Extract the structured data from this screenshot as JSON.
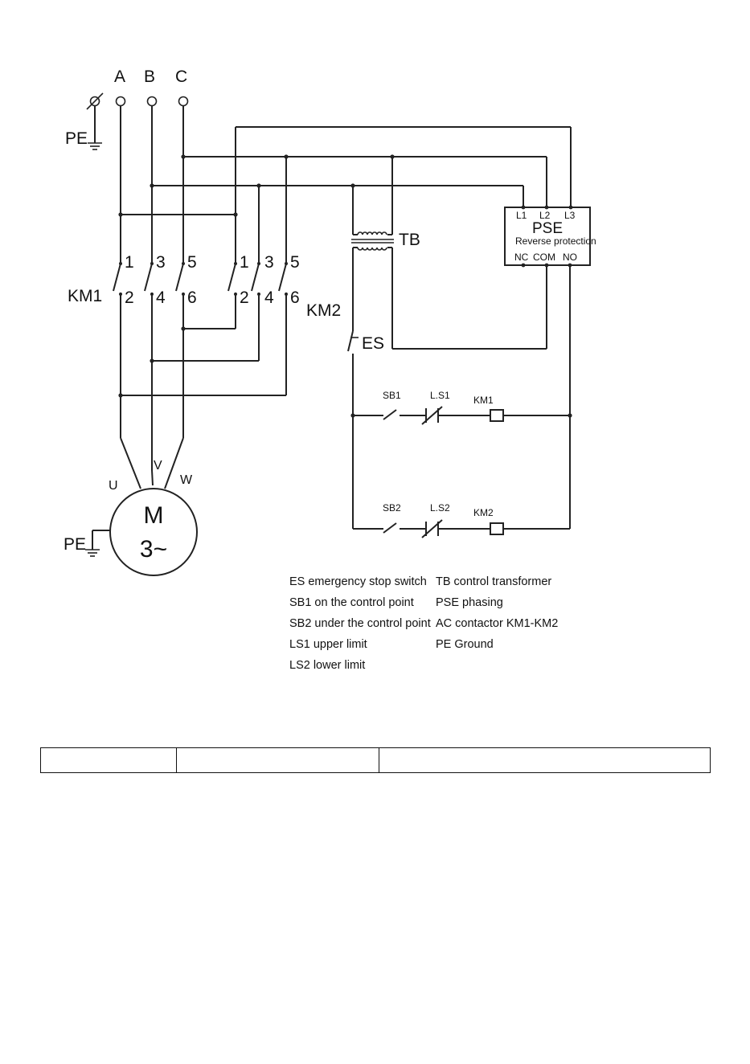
{
  "phases": [
    "A",
    "B",
    "C"
  ],
  "ground": {
    "top_label": "PE",
    "motor_label": "PE"
  },
  "contactors": {
    "km1": {
      "name": "KM1",
      "top_terminals": [
        "1",
        "3",
        "5"
      ],
      "bottom_terminals": [
        "2",
        "4",
        "6"
      ]
    },
    "km2": {
      "name": "KM2",
      "top_terminals": [
        "1",
        "3",
        "5"
      ],
      "bottom_terminals": [
        "2",
        "4",
        "6"
      ]
    }
  },
  "motor": {
    "letter": "M",
    "phase": "3~",
    "terminals": [
      "U",
      "V",
      "W"
    ]
  },
  "transformer": {
    "label": "TB"
  },
  "pse": {
    "title": "PSE",
    "subtitle": "Reverse protection",
    "inputs": [
      "L1",
      "L2",
      "L3"
    ],
    "outputs": [
      "NC",
      "COM",
      "NO"
    ]
  },
  "control": {
    "es_label": "ES",
    "rung1": {
      "button": "SB1",
      "limit": "L.S1",
      "coil": "KM1"
    },
    "rung2": {
      "button": "SB2",
      "limit": "L.S2",
      "coil": "KM2"
    }
  },
  "legend": {
    "left": [
      "ES emergency stop switch",
      "SB1 on the control point",
      "SB2 under the control point",
      "LS1 upper limit",
      "LS2 lower limit"
    ],
    "right": [
      "TB control transformer",
      "PSE phasing",
      "AC contactor KM1-KM2",
      "PE Ground"
    ]
  },
  "footer_table": {
    "cells": [
      "",
      "",
      ""
    ]
  }
}
